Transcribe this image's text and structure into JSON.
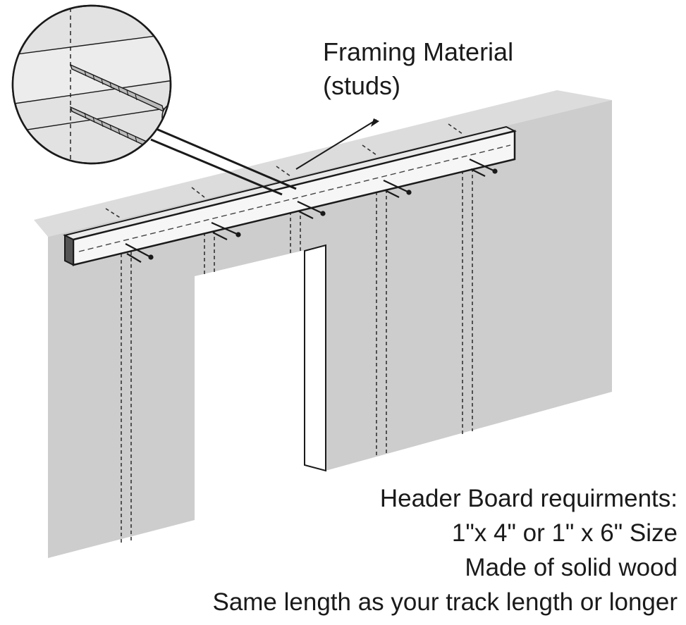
{
  "labels": {
    "framing_material": {
      "line1": "Framing Material",
      "line2": "(studs)"
    },
    "header_board": {
      "title": "Header Board requirments:",
      "size": "1\"x 4\" or 1\" x 6\" Size",
      "material": "Made of solid wood",
      "length": "Same length as your track length or longer"
    }
  },
  "colors": {
    "wall_face": "#cdcdcd",
    "wall_top": "#dcdcdc",
    "board_face": "#f6f6f6",
    "line": "#1a1a1a",
    "inset_bg": "#dedede"
  }
}
